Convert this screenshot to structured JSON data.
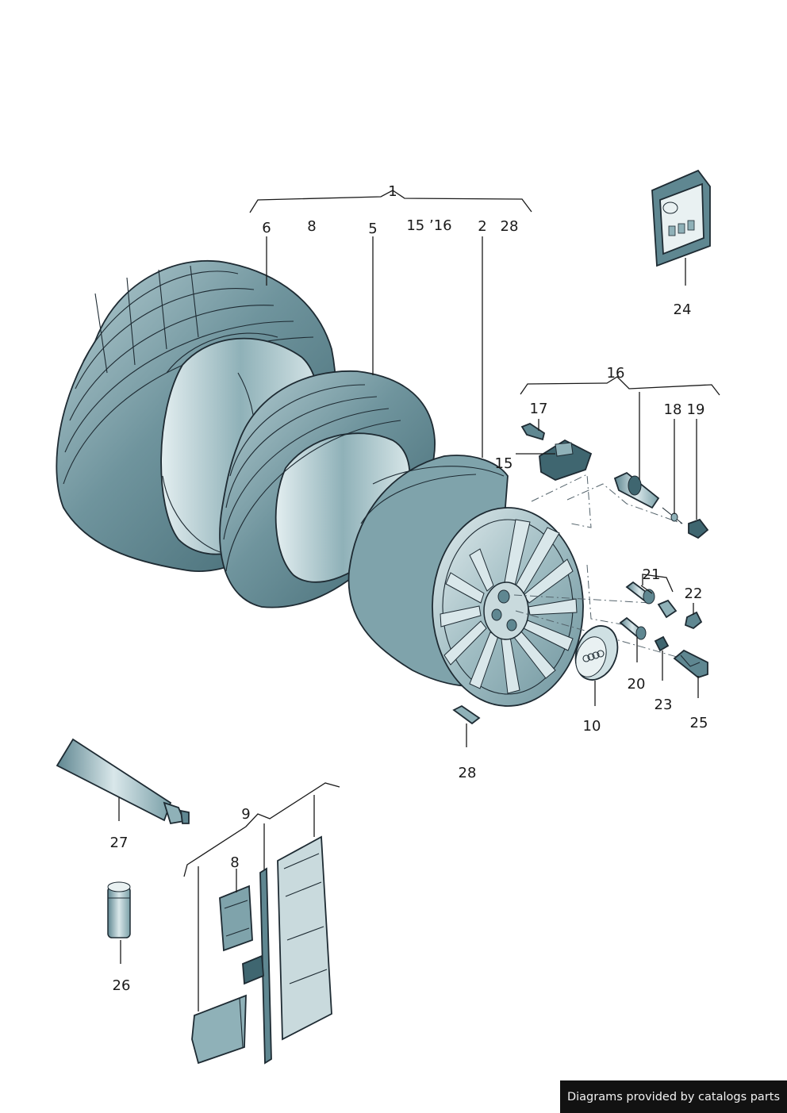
{
  "callouts": {
    "c1": "1",
    "c6": "6",
    "c8a": "8",
    "c5": "5",
    "c15_16": "15 ’16",
    "c2": "2",
    "c28a": "28",
    "c24": "24",
    "c16": "16",
    "c17": "17",
    "c18": "18",
    "c19": "19",
    "c15": "15",
    "c21": "21",
    "c22": "22",
    "c20": "20",
    "c23": "23",
    "c10": "10",
    "c25": "25",
    "c28b": "28",
    "c27": "27",
    "c9": "9",
    "c8b": "8",
    "c26": "26"
  },
  "footer": {
    "credit": "Diagrams provided by catalogs parts"
  },
  "colors": {
    "part_fill_dark": "#5f8791",
    "part_fill_mid": "#8fb1b8",
    "part_fill_light": "#c9dadd",
    "part_highlight": "#e9f1f2",
    "line": "#1e2b33",
    "footer_bg": "#121212"
  },
  "icons": {
    "audi-rings": "four-rings-logo",
    "package": "valve-kit-pack"
  }
}
